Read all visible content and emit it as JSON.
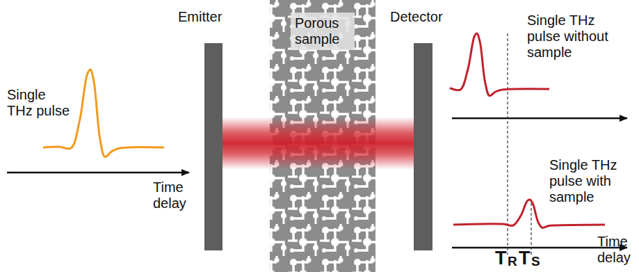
{
  "diagram": {
    "nodes": [
      {
        "text": [
          "Emitter"
        ]
      },
      {
        "text": [
          "Porous sample"
        ]
      },
      {
        "text": [
          "Detector"
        ]
      }
    ],
    "labels": [
      "Single THz pulse",
      "Time delay",
      "Single THz pulse without sample",
      "Single THz pulse with sample",
      "T",
      "R",
      "T",
      "S",
      "Time delay"
    ]
  }
}
